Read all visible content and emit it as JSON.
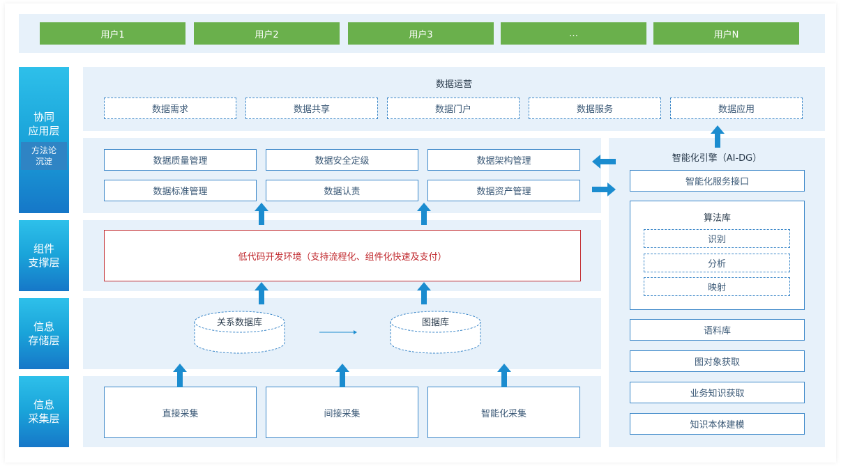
{
  "users": [
    "用户1",
    "用户2",
    "用户3",
    "…",
    "用户N"
  ],
  "layers": {
    "app": {
      "line1": "协同",
      "line2": "应用层",
      "sub_line1": "方法论",
      "sub_line2": "沉淀"
    },
    "component": {
      "line1": "组件",
      "line2": "支撑层"
    },
    "storage": {
      "line1": "信息",
      "line2": "存储层"
    },
    "collect": {
      "line1": "信息",
      "line2": "采集层"
    }
  },
  "data_ops": {
    "title": "数据运营",
    "items": [
      "数据需求",
      "数据共享",
      "数据门户",
      "数据服务",
      "数据应用"
    ]
  },
  "management": [
    "数据质量管理",
    "数据安全定级",
    "数据架构管理",
    "数据标准管理",
    "数据认责",
    "数据资产管理"
  ],
  "lowcode": "低代码开发环境（支持流程化、组件化快速及支付）",
  "storage": {
    "relational": "关系数据库",
    "graph": "图据库"
  },
  "collection": [
    "直接采集",
    "间接采集",
    "智能化采集"
  ],
  "ai_engine": {
    "title": "智能化引擎（AI-DG）",
    "service_api": "智能化服务接口",
    "algo_title": "算法库",
    "algo_items": [
      "识别",
      "分析",
      "映射"
    ],
    "corpus": "语料库",
    "graph_obj": "图对象获取",
    "knowledge": "业务知识获取",
    "ontology": "知识本体建模"
  },
  "colors": {
    "user_green": "#6ab04c",
    "band_bg": "#e7f1fa",
    "border_blue": "#3a86c8",
    "arrow_blue": "#1b8ccf",
    "lowcode_red": "#c0282d"
  }
}
